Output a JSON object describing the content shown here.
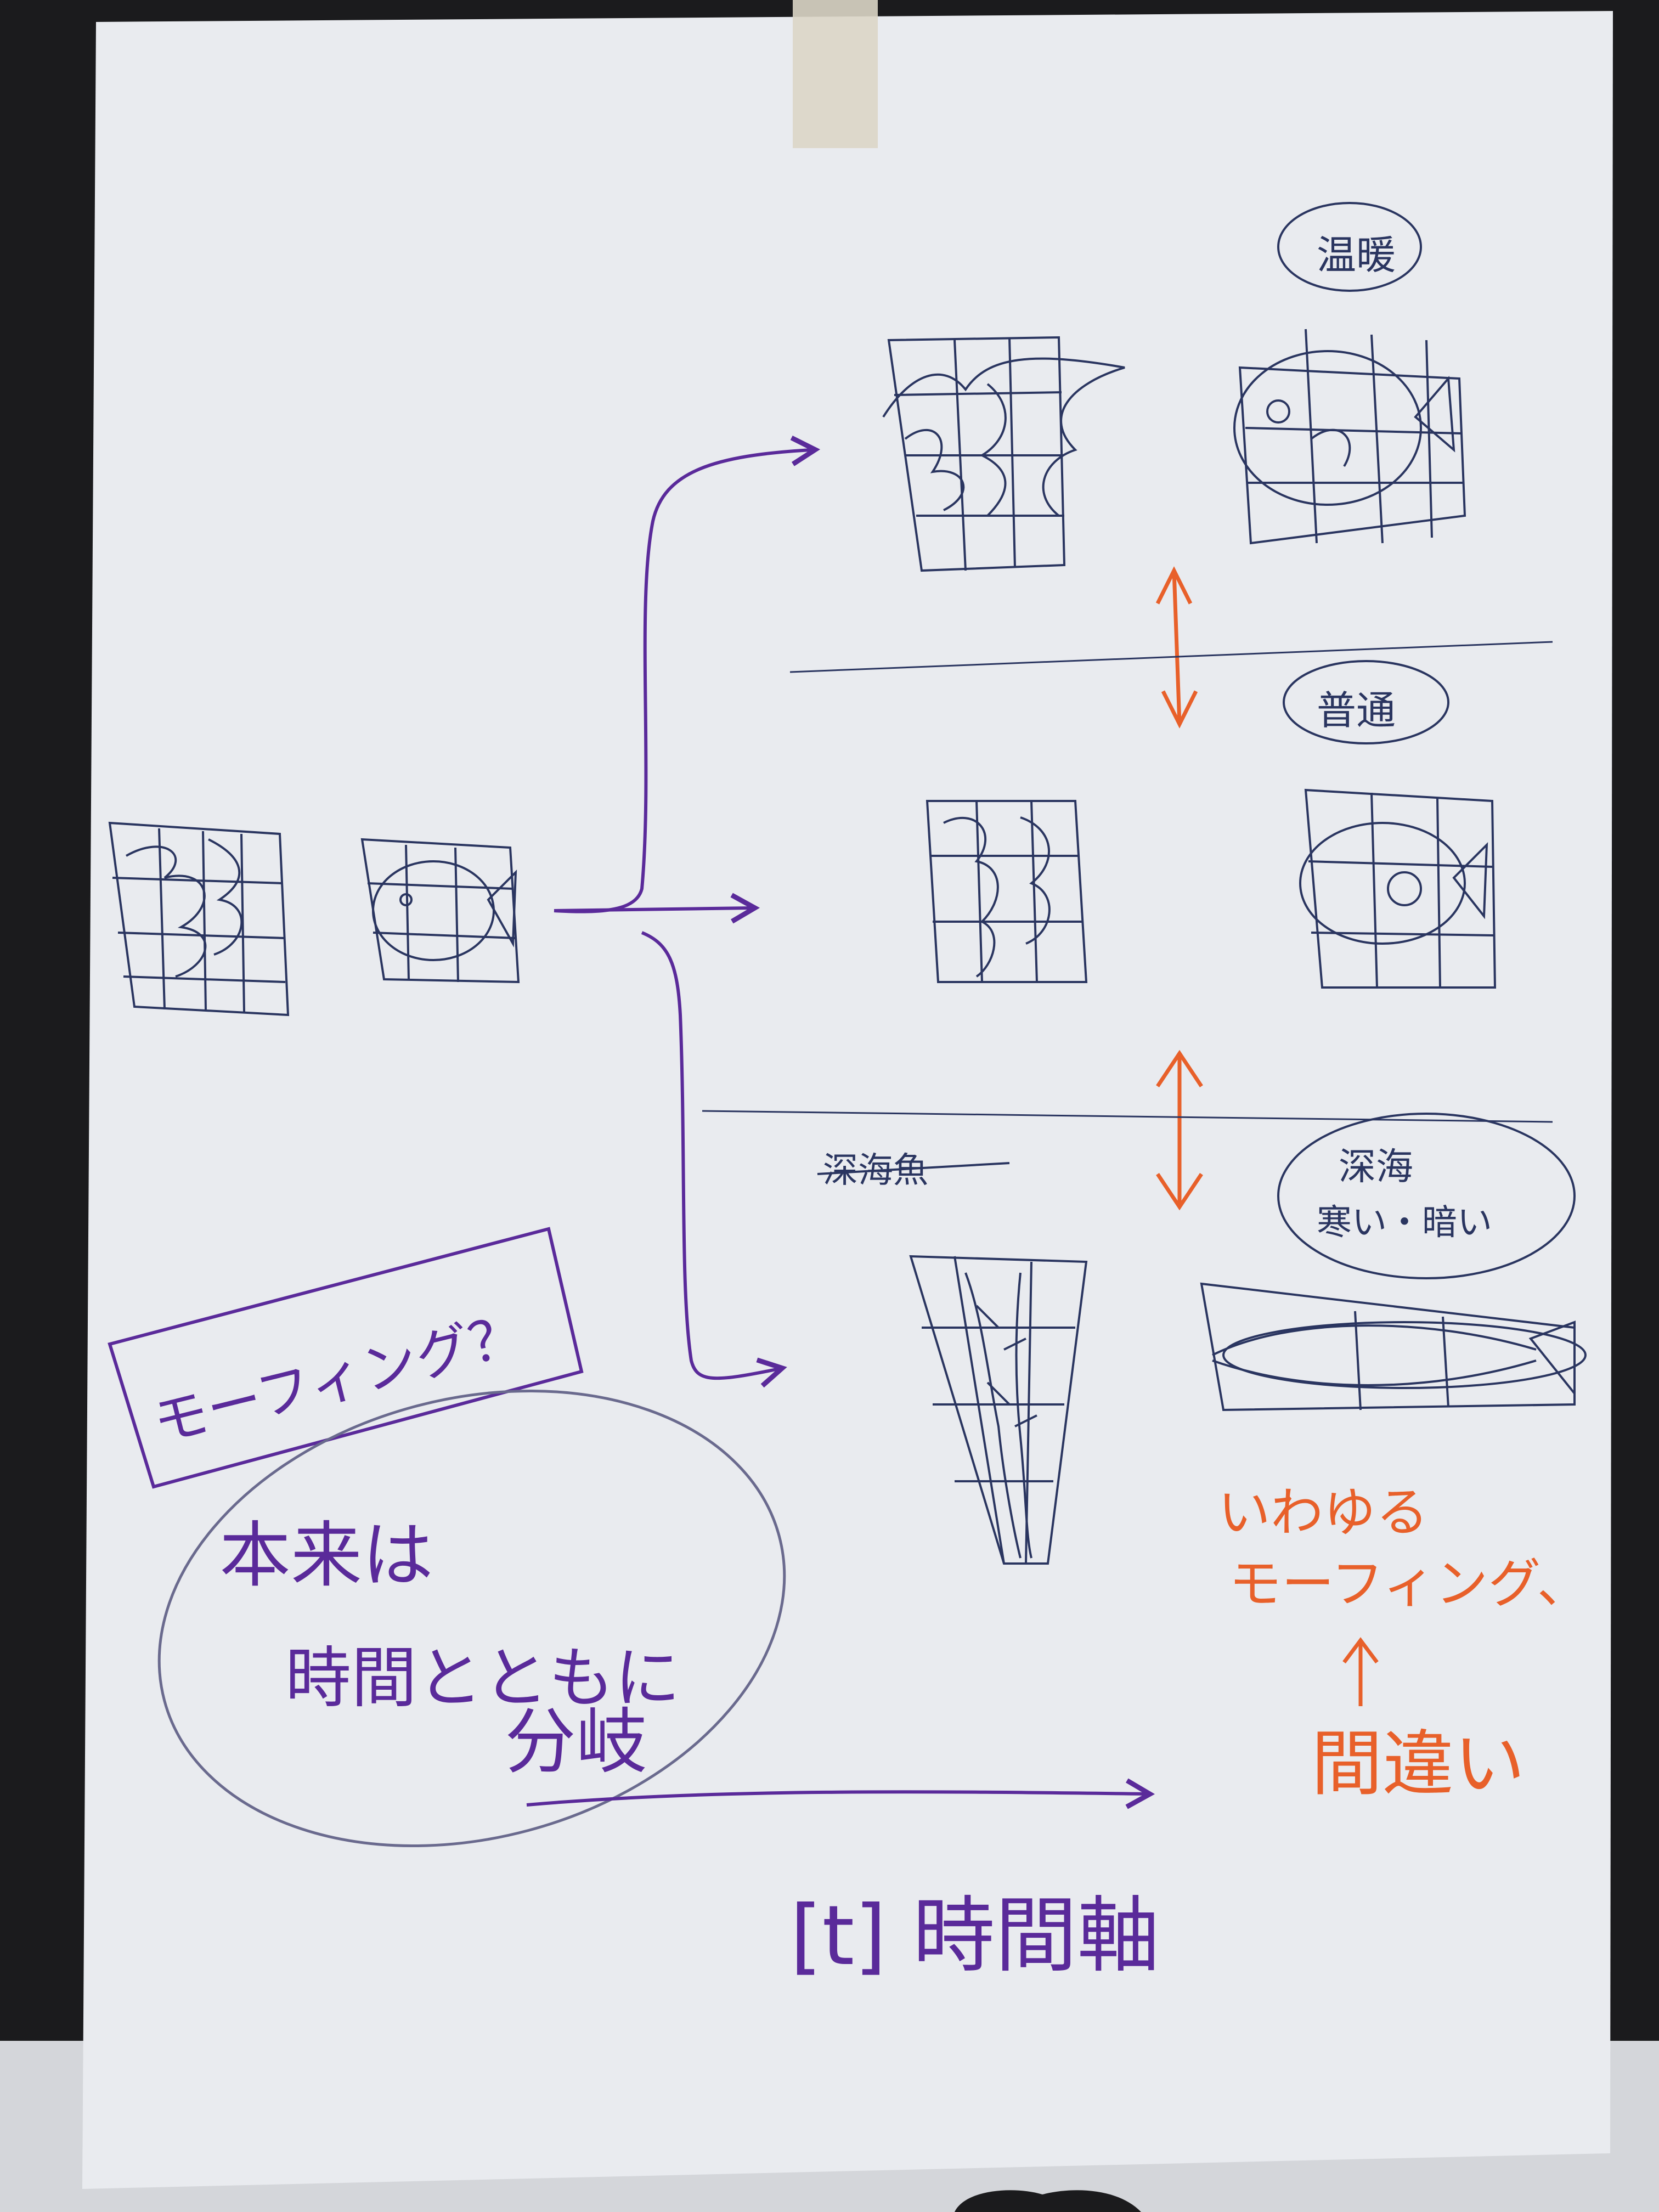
{
  "photo": {
    "paper_color": "#e9ebef",
    "background_color": "#1b1b1d",
    "desk_color": "#d4d6da"
  },
  "notes": {
    "top_label": "温暖",
    "middle_label": "普通",
    "bottom_label_line1": "深海",
    "bottom_label_line2": "寒い・暗い",
    "struck_label": "深海魚",
    "box_label": "モーフィング？",
    "circle_line1": "本来は",
    "circle_line2": "時間とともに",
    "circle_line3": "分岐",
    "axis_label": "[t] 時間軸",
    "orange_line1": "いわゆる",
    "orange_line2": "モーフィング、",
    "orange_line3": "間違い"
  },
  "ink_colors": {
    "purple": "#5a2a9a",
    "orange": "#e8602a",
    "pencil": "#2a3560"
  }
}
